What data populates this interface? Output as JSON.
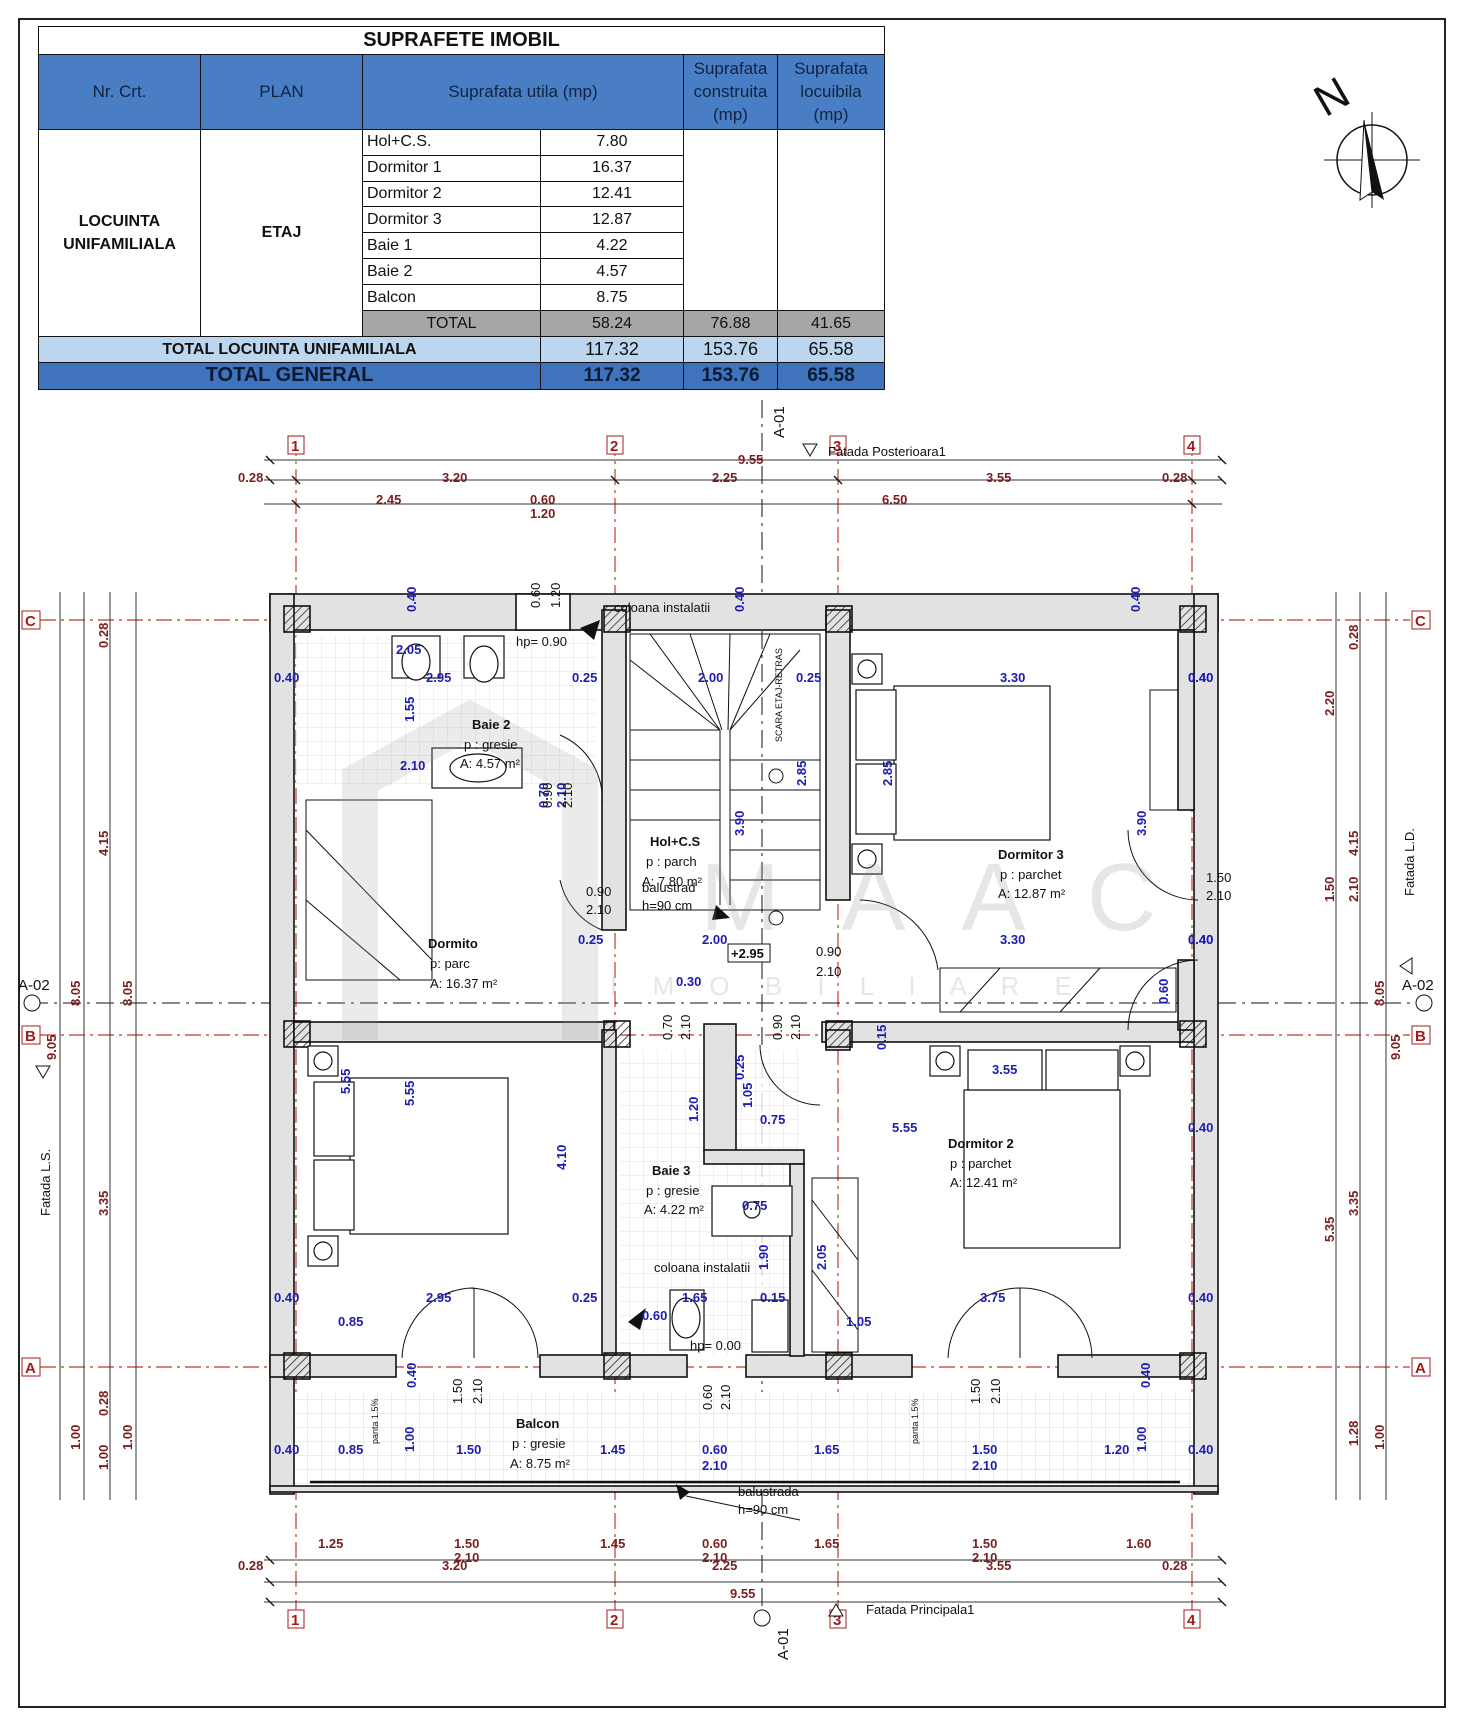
{
  "table": {
    "title": "SUPRAFETE IMOBIL",
    "headers": {
      "nr": "Nr. Crt.",
      "plan": "PLAN",
      "utila": "Suprafata utila   (mp)",
      "construita_1": "Suprafata",
      "construita_2": "construita",
      "construita_3": "(mp)",
      "locuibila_1": "Suprafata",
      "locuibila_2": "locuibila",
      "locuibila_3": "(mp)"
    },
    "group_1": "LOCUINTA",
    "group_2": "UNIFAMILIALA",
    "plan_name": "ETAJ",
    "rooms": [
      {
        "name": "Hol+C.S.",
        "value": "7.80"
      },
      {
        "name": "Dormitor 1",
        "value": "16.37"
      },
      {
        "name": "Dormitor 2",
        "value": "12.41"
      },
      {
        "name": "Dormitor 3",
        "value": "12.87"
      },
      {
        "name": "Baie 1",
        "value": "4.22"
      },
      {
        "name": "Baie 2",
        "value": "4.57"
      },
      {
        "name": "Balcon",
        "value": "8.75"
      }
    ],
    "total": {
      "label": "TOTAL",
      "utila": "58.24",
      "construita": "76.88",
      "locuibila": "41.65"
    },
    "total_locuinta": {
      "label": "TOTAL LOCUINTA UNIFAMILIALA",
      "utila": "117.32",
      "construita": "153.76",
      "locuibila": "65.58"
    },
    "total_general": {
      "label": "TOTAL GENERAL",
      "utila": "117.32",
      "construita": "153.76",
      "locuibila": "65.58"
    }
  },
  "compass": {
    "north": "N"
  },
  "watermark": {
    "letters": "M A A C",
    "sub": "I M O B I L I A R E"
  },
  "plan": {
    "grid": {
      "cols": [
        "1",
        "2",
        "3",
        "4"
      ],
      "rows": [
        "C",
        "B",
        "A"
      ]
    },
    "sections": {
      "a01": "A-01",
      "a02": "A-02"
    },
    "facades": {
      "posterioara": "Fatada Posterioara1",
      "principala": "Fatada Principala1",
      "ls": "Fatada L.S.",
      "ld": "Fatada L.D."
    },
    "rooms": {
      "baie2": {
        "name": "Baie 2",
        "floor": "p : gresie",
        "area": "A: 4.57 m²"
      },
      "hol": {
        "name": "Hol+C.S",
        "floor": "p : parch",
        "area": "A: 7.80 m²"
      },
      "dormitor1": {
        "name": "Dormito",
        "floor": "p: parc",
        "area": "A: 16.37 m²"
      },
      "dormitor3": {
        "name": "Dormitor 3",
        "floor": "p : parchet",
        "area": "A: 12.87 m²"
      },
      "dormitor2": {
        "name": "Dormitor 2",
        "floor": "p : parchet",
        "area": "A: 12.41 m²"
      },
      "baie3": {
        "name": "Baie 3",
        "floor": "p : gresie",
        "area": "A: 4.22 m²"
      },
      "balcon": {
        "name": "Balcon",
        "floor": "p : gresie",
        "area": "A: 8.75 m²"
      }
    },
    "notes": {
      "coloana_top": "coloana instalatii",
      "coloana_bottom": "coloana instalatii",
      "hp_top": "hp= 0.90",
      "hp_bottom": "hp= 0.00",
      "balustrada_top": "balustrad",
      "balustrada_top_h": "h=90 cm",
      "balustrada_bottom": "balustrada",
      "balustrada_bottom_h": "h=90 cm",
      "level": "+2.95",
      "stair": "SCARA ETAJ-RETRAS",
      "panta": "panta 1.5%"
    },
    "dims_top_1": {
      "total": "9.55"
    },
    "dims_top_2": [
      "0.28",
      "3.20",
      "2.25",
      "3.55",
      "0.28"
    ],
    "dims_top_3": [
      "2.45",
      "0.60",
      "1.20",
      "6.50"
    ],
    "dims_bottom_1": [
      "1.25",
      "1.50",
      "2.10",
      "1.45",
      "0.60",
      "2.10",
      "1.65",
      "1.50",
      "2.10",
      "1.60"
    ],
    "dims_bottom_2": [
      "0.28",
      "3.20",
      "2.25",
      "3.55",
      "0.28"
    ],
    "dims_bottom_3": {
      "total": "9.55"
    },
    "dims_left": [
      "0.28",
      "4.15",
      "8.05",
      "8.05",
      "9.05",
      "3.35",
      "1.00",
      "0.28",
      "1.00",
      "1.00"
    ],
    "dims_right": [
      "0.28",
      "2.20",
      "4.15",
      "1.50",
      "2.10",
      "8.05",
      "9.05",
      "3.35",
      "5.35",
      "1.28",
      "1.00"
    ],
    "inner_blue": [
      "0.40",
      "2.05",
      "0.40",
      "0.40",
      "0.40",
      "0.40",
      "2.95",
      "0.25",
      "2.00",
      "0.25",
      "3.30",
      "0.40",
      "1.55",
      "2.10",
      "0.70",
      "2.10",
      "2.85",
      "2.85",
      "3.90",
      "3.90",
      "0.25",
      "2.00",
      "3.30",
      "0.40",
      "0.90",
      "2.10",
      "0.30",
      "0.70",
      "2.10",
      "0.90",
      "2.10",
      "0.15",
      "0.60",
      "5.55",
      "5.55",
      "0.25",
      "1.05",
      "0.75",
      "5.55",
      "3.55",
      "0.40",
      "4.10",
      "1.20",
      "0.75",
      "1.90",
      "2.05",
      "0.40",
      "2.95",
      "0.25",
      "1.65",
      "0.15",
      "3.75",
      "0.40",
      "0.85",
      "0.60",
      "1.05",
      "0.40",
      "0.85",
      "1.00",
      "1.50",
      "1.45",
      "0.60",
      "2.10",
      "1.65",
      "1.50",
      "2.10",
      "1.20",
      "1.00",
      "0.40",
      "0.40",
      "0.40",
      "0.40"
    ],
    "inner_black": [
      "0.60",
      "1.20",
      "1.50",
      "2.10",
      "0.60",
      "2.10",
      "1.50",
      "2.10",
      "0.90",
      "2.10",
      "1.50",
      "2.10",
      "0.90",
      "2.10"
    ]
  }
}
